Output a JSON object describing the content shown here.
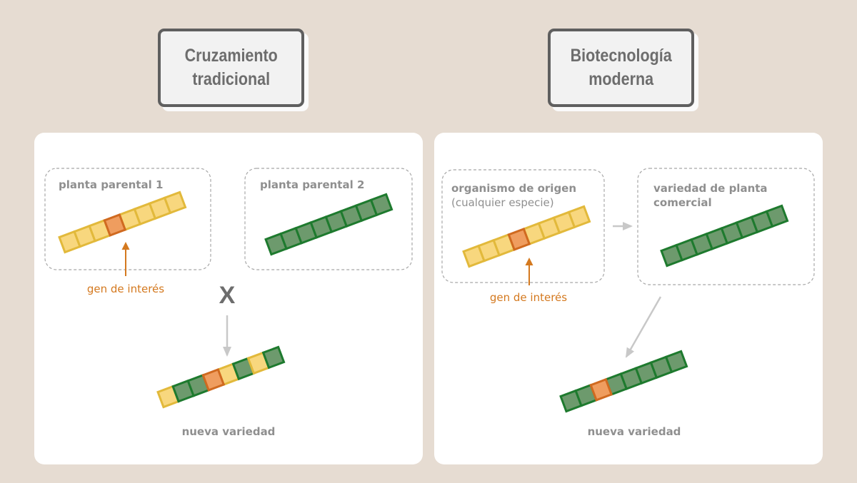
{
  "left": {
    "title": "Cruzamiento\ntradicional",
    "parent1_label": "planta parental 1",
    "parent2_label": "planta parental 2",
    "gene_label": "gen de interés",
    "cross_symbol": "X",
    "result_label": "nueva variedad"
  },
  "right": {
    "title": "Biotecnología\nmoderna",
    "source_label_line1": "organismo de origen",
    "source_label_line2": "(cualquier especie)",
    "target_label_line1": "variedad de planta",
    "target_label_line2": "comercial",
    "gene_label": "gen de interés",
    "result_label": "nueva variedad"
  },
  "chromosomes": {
    "parent1": [
      "y",
      "y",
      "y",
      "o",
      "y",
      "y",
      "y",
      "y"
    ],
    "parent2": [
      "g",
      "g",
      "g",
      "g",
      "g",
      "g",
      "g",
      "g"
    ],
    "cross_result": [
      "y",
      "g",
      "g",
      "o",
      "y",
      "g",
      "y",
      "g"
    ],
    "source": [
      "y",
      "y",
      "y",
      "o",
      "y",
      "y",
      "y",
      "y"
    ],
    "commercial": [
      "g",
      "g",
      "g",
      "g",
      "g",
      "g",
      "g",
      "g"
    ],
    "biotech_result": [
      "g",
      "g",
      "o",
      "g",
      "g",
      "g",
      "g",
      "g"
    ]
  },
  "colors": {
    "background": "#e6dcd2",
    "gene_orange": "#d4791f",
    "yellow_fill": "#f8d77e",
    "yellow_stroke": "#e2b93b",
    "green_fill": "#6d9a6d",
    "green_stroke": "#1e7a2e",
    "orange_fill": "#ef9d5f",
    "orange_stroke": "#d06a20",
    "label_gray": "#8f8f8f",
    "arrow_gray": "#c8c8c8"
  }
}
